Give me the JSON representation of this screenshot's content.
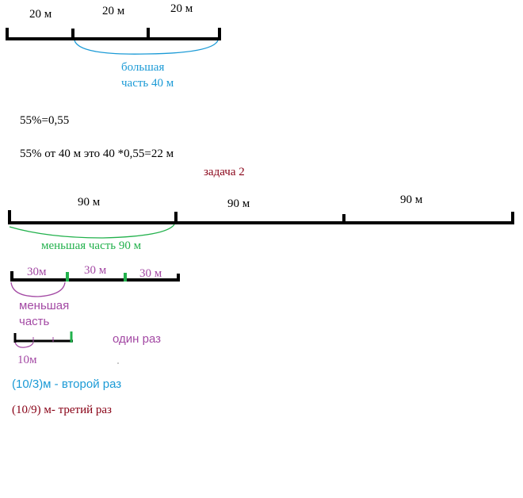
{
  "colors": {
    "black": "#000000",
    "blue": "#1a9ad6",
    "green": "#22b14c",
    "purple": "#a349a4",
    "maroon": "#880015"
  },
  "diagram1": {
    "seg1": "20 м",
    "seg2": "20 м",
    "seg3": "20 м",
    "brace_label_line1": "большая",
    "brace_label_line2": "часть 40 м"
  },
  "calc": {
    "line1": "55%=0,55",
    "line2": "55% от 40 м  это   40 *0,55=22 м"
  },
  "task2": {
    "title": "задача 2",
    "seg1": "90  м",
    "seg2": "90 м",
    "seg3": "90 м",
    "brace_label": "меньшая часть 90 м"
  },
  "diagram3": {
    "seg1": "30м",
    "seg2": "30 м",
    "seg3": "30 м",
    "brace_label_line1": "меньшая",
    "brace_label_line2": "часть"
  },
  "diagram4": {
    "label_below": "10м",
    "label_right": "один раз"
  },
  "results": {
    "second": "(10/3)м  - второй раз",
    "third": "(10/9) м- третий раз"
  }
}
